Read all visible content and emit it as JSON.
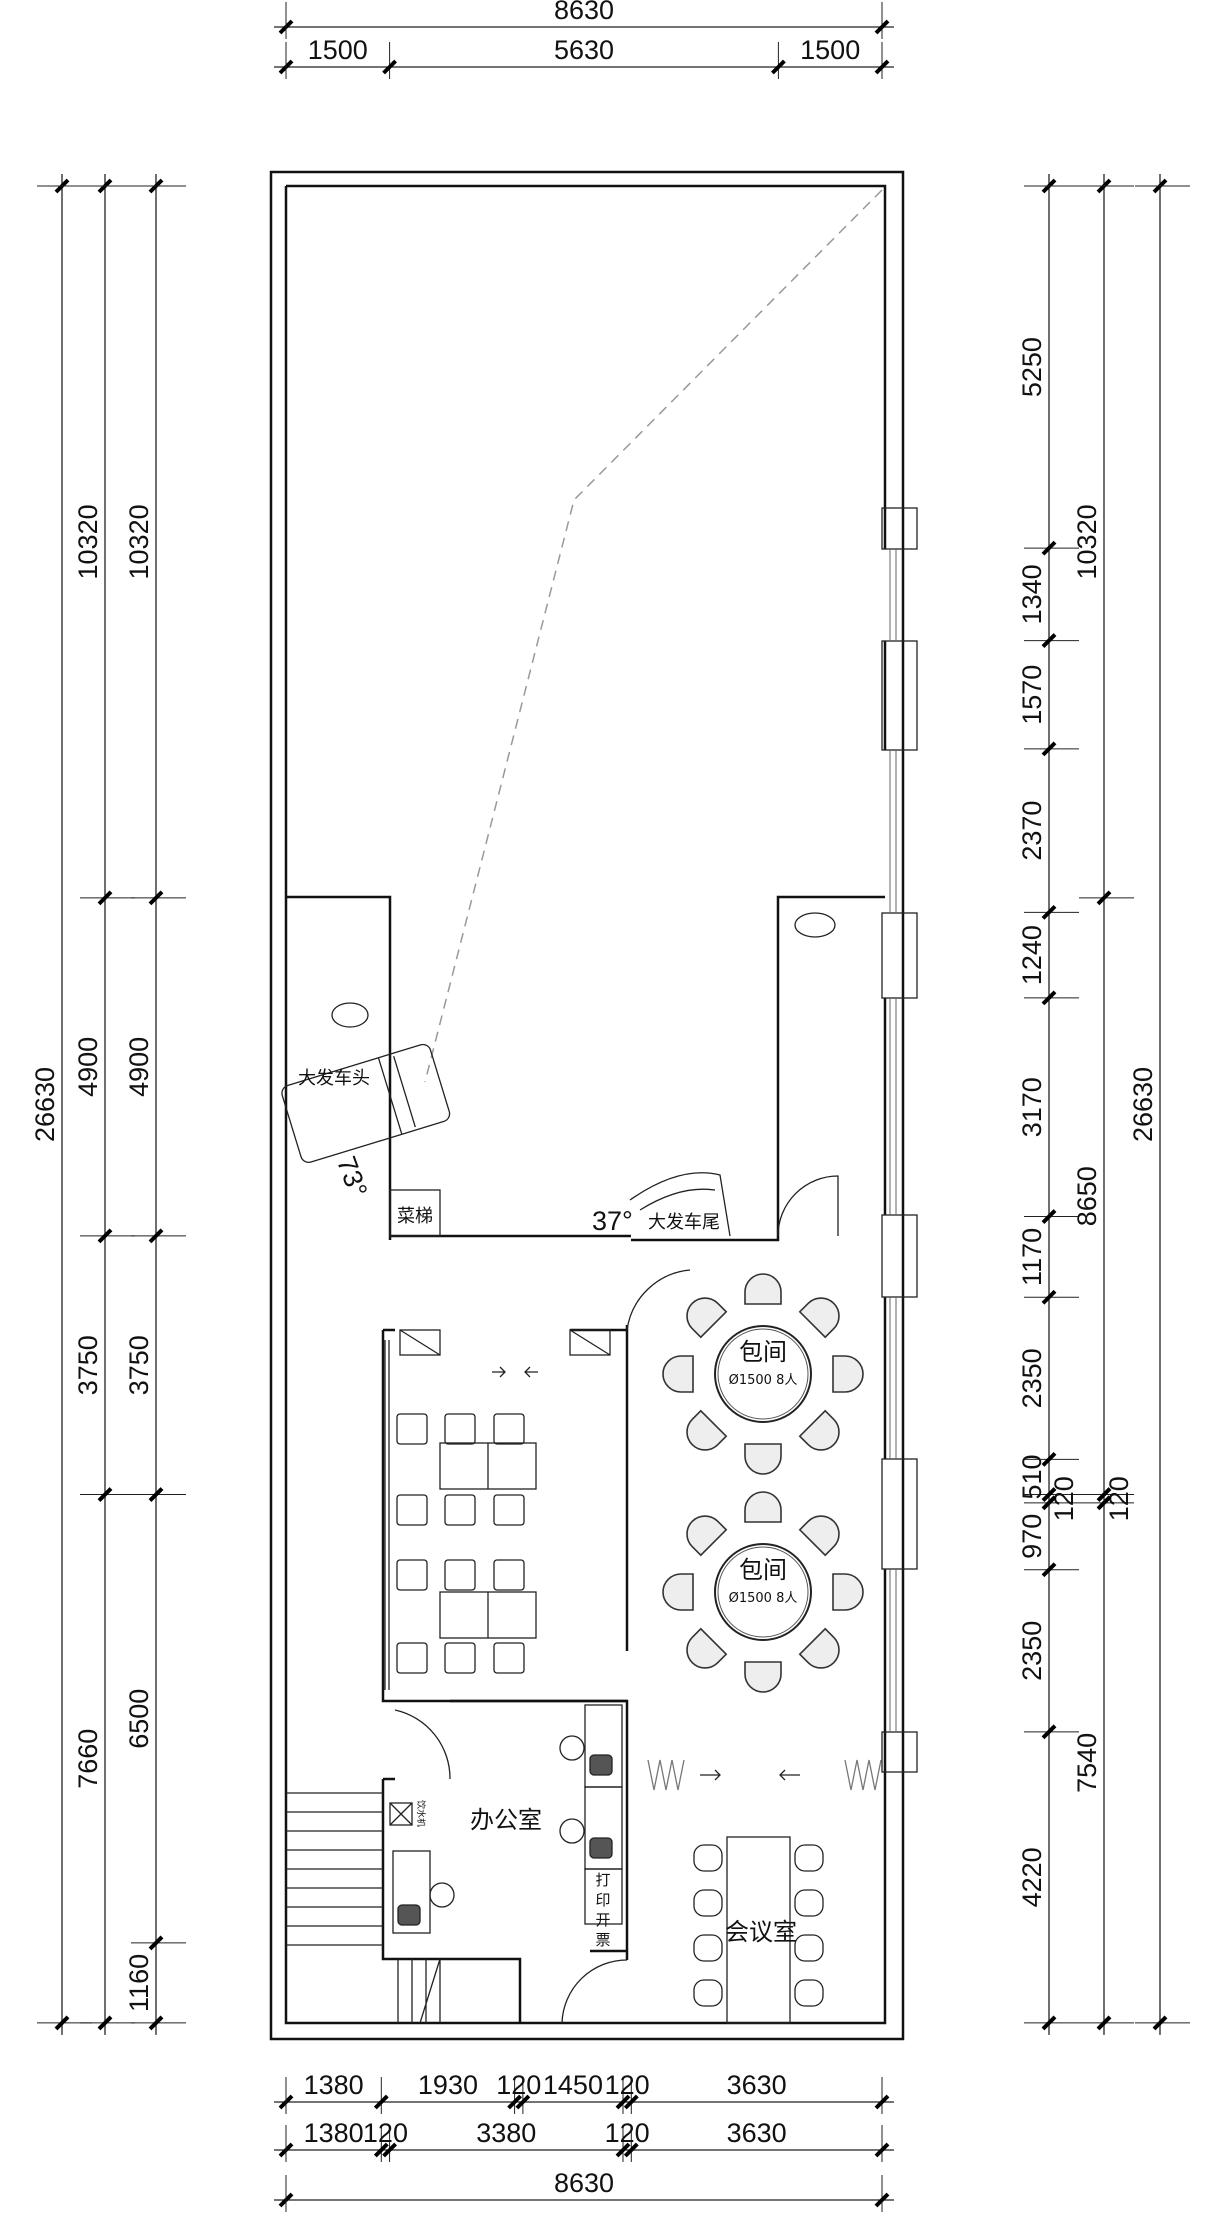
{
  "dimensions": {
    "top": [
      [
        8630
      ],
      [
        1500,
        5630,
        1500
      ]
    ],
    "bottom": [
      [
        1380,
        1930,
        120,
        1450,
        120,
        3630
      ],
      [
        1380,
        120,
        3380,
        120,
        3630
      ],
      [
        8630
      ]
    ],
    "left": [
      [
        26630
      ],
      [
        10320,
        4900,
        3750,
        7660
      ],
      [
        10320,
        4900,
        3750,
        6500,
        1160
      ]
    ],
    "right": [
      [
        5250,
        1340,
        1570,
        2370,
        1240,
        3170,
        1170,
        2350,
        510,
        120,
        970,
        2350,
        4220
      ],
      [
        10320,
        8650,
        120,
        7540
      ],
      [
        26630
      ]
    ]
  },
  "labels": {
    "truck_head": "大发车头",
    "truck_tail": "大发车尾",
    "dish_lift": "菜梯",
    "angle_head": "73°",
    "angle_tail": "37°",
    "private_room_1": "包间",
    "private_room_1_spec": "Ø1500 8人",
    "private_room_2": "包间",
    "private_room_2_spec": "Ø1500 8人",
    "office": "办公室",
    "meeting_room": "会议室",
    "print_invoice": [
      "打",
      "印",
      "开",
      "票"
    ],
    "water_dispenser": "饮水机"
  }
}
